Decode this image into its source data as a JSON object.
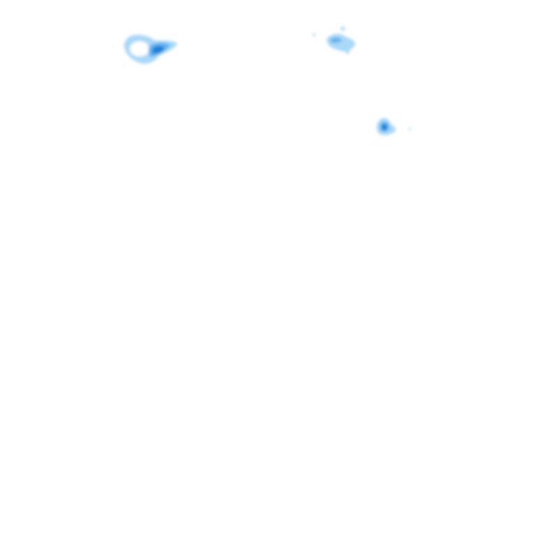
{
  "map": {
    "background": "#ffffff",
    "palette": {
      "light": "#a9d8f8",
      "medium": "#5fb2ee",
      "dark": "#1f7fd6"
    },
    "cells": [
      {
        "id": "cell-west",
        "intensity": "high"
      },
      {
        "id": "cell-north",
        "intensity": "low"
      },
      {
        "id": "cell-east",
        "intensity": "high"
      }
    ]
  }
}
